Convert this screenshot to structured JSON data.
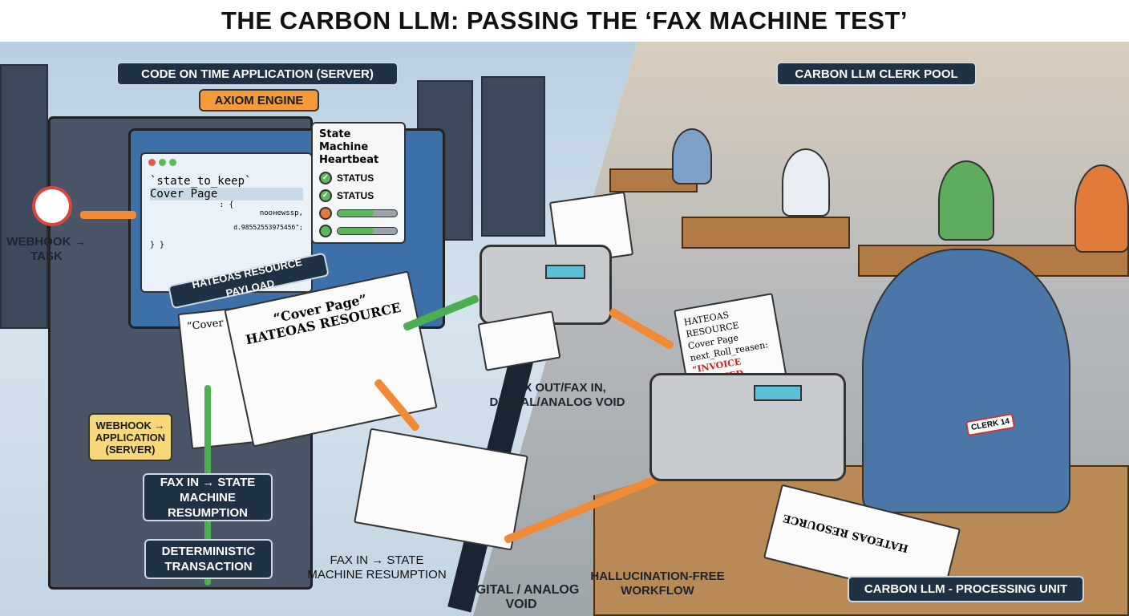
{
  "title": "THE CARBON LLM: PASSING THE ‘FAX MACHINE TEST’",
  "left": {
    "server_label": "CODE ON TIME APPLICATION (SERVER)",
    "engine_label": "AXIOM ENGINE",
    "code": {
      "line1": "`state_to_keep`",
      "line2": "Cover Page",
      "line3": ": {",
      "line4": "nooнewssp,",
      "line5": "d.9855255397545б\";",
      "line6": "} }"
    },
    "heartbeat": {
      "title": "State Machine Heartbeat",
      "status1": "STATUS",
      "status2": "STATUS"
    },
    "webhook_task": "WEBHOOK → TASK",
    "payload_label": "HATEOAS RESOURCE PAYLOAD",
    "paper_title": "“Cover Page” HATEOAS RESOURCE",
    "paper_small": "“Cover P",
    "webhook_app": "WEBHOOK → APPLICATION (SERVER)",
    "fax_in_box": "FAX IN → STATE MACHINE RESUMPTION",
    "deterministic": "DETERMINISTIC TRANSACTION"
  },
  "middle": {
    "fax_out": "FAX OUT/FAX IN, DIGITAL/ANALOG VOID",
    "fax_in_text": "FAX IN → STATE MACHINE RESUMPTION",
    "void": "DIGITAL / ANALOG VOID",
    "hallucination": "HALLUCINATION-FREE WORKFLOW"
  },
  "right": {
    "pool_label": "CARBON LLM CLERK POOL",
    "fax_paper": {
      "l1": "HATEOAS RESOURCE",
      "l2": "Cover Page",
      "l3": "next_Roll_reasen:",
      "l4": "“INVOICE VERIFIED. APPROVING.”"
    },
    "badge": "CLERK 14",
    "desk_paper": "HATEOAS RESOURCE",
    "unit_label": "CARBON LLM - PROCESSING UNIT"
  },
  "colors": {
    "navy": "#1f3144",
    "orange": "#f39a3b",
    "yellow": "#f6d77a",
    "green": "#5bb85b"
  }
}
